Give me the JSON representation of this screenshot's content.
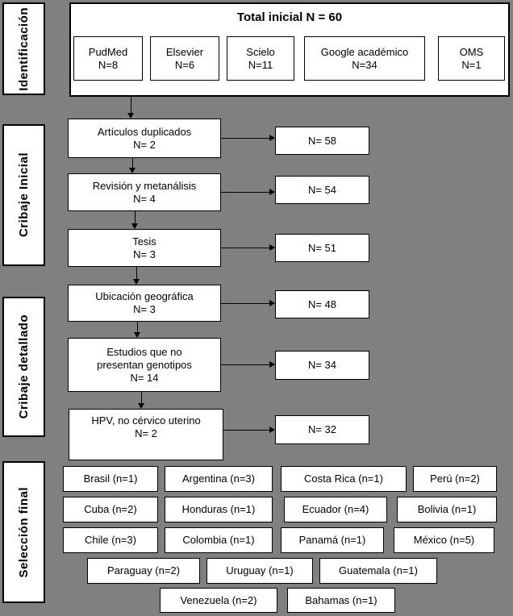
{
  "diagram": {
    "stages": [
      {
        "label": "Identificación"
      },
      {
        "label": "Cribaje Inicial"
      },
      {
        "label": "Cribaje detallado"
      },
      {
        "label": "Selección final"
      }
    ],
    "total": {
      "title": "Total inicial N = 60",
      "sources": [
        {
          "name": "PudMed",
          "count": "N=8"
        },
        {
          "name": "Elsevier",
          "count": "N=6"
        },
        {
          "name": "Scielo",
          "count": "N=11"
        },
        {
          "name": "Google académico",
          "count": "N=34"
        },
        {
          "name": "OMS",
          "count": "N=1"
        }
      ]
    },
    "steps": [
      {
        "label": "Artículos  duplicados",
        "count": "N= 2",
        "result": "N= 58"
      },
      {
        "label": "Revisión y metanálisis",
        "count": "N= 4",
        "result": "N= 54"
      },
      {
        "label": "Tesis",
        "count": "N= 3",
        "result": "N= 51"
      },
      {
        "label": "Ubicación geográfica",
        "count": "N= 3",
        "result": "N= 48"
      },
      {
        "label": "Estudios que no presentan genotipos",
        "count": "N= 14",
        "result": "N= 34"
      },
      {
        "label": "HPV, no cérvico uterino",
        "count": "N= 2",
        "result": "N= 32"
      }
    ],
    "countries": [
      {
        "label": "Brasil (n=1)"
      },
      {
        "label": "Argentina (n=3)"
      },
      {
        "label": "Costa Rica (n=1)"
      },
      {
        "label": "Perú (n=2)"
      },
      {
        "label": "Cuba (n=2)"
      },
      {
        "label": "Honduras (n=1)"
      },
      {
        "label": "Ecuador (n=4)"
      },
      {
        "label": "Bolivia (n=1)"
      },
      {
        "label": "Chile (n=3)"
      },
      {
        "label": "Colombia (n=1)"
      },
      {
        "label": "Panamá (n=1)"
      },
      {
        "label": "México (n=5)"
      },
      {
        "label": "Paraguay (n=2)"
      },
      {
        "label": "Uruguay (n=1)"
      },
      {
        "label": "Guatemala (n=1)"
      },
      {
        "label": "Venezuela (n=2)"
      },
      {
        "label": "Bahamas (n=1)"
      }
    ],
    "colors": {
      "background": "#808080",
      "box_fill": "#ffffff",
      "line": "#000000"
    }
  }
}
